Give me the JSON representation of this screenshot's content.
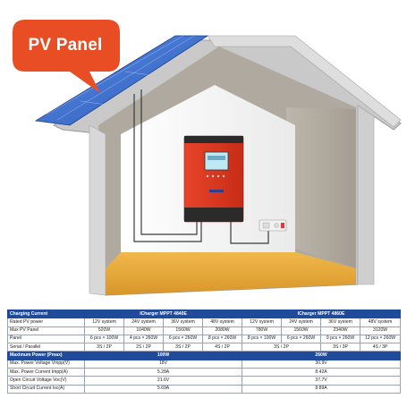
{
  "callout": {
    "label": "PV Panel"
  },
  "colors": {
    "accent_red": "#e23a1f",
    "table_header": "#1f4b9a",
    "panel_blue": "#3a6fd1",
    "floor": "#e2a93a"
  },
  "table": {
    "header1": {
      "label": "Charging Current",
      "model_a": "ICharger MPPT 4840E",
      "model_b": "ICharger MPPT 4860E"
    },
    "rated": {
      "label": "Rated PV power",
      "cells": [
        "12V system",
        "24V system",
        "36V system",
        "48V system",
        "12V system",
        "24V system",
        "36V system",
        "48V system"
      ]
    },
    "maxpv": {
      "label": "Max PV Panel",
      "cells": [
        "520W",
        "1040W",
        "1560W",
        "2080W",
        "780W",
        "1560W",
        "2340W",
        "3120W"
      ]
    },
    "panel": {
      "label": "Panel",
      "cells": [
        "6 pcs × 100W",
        "4 pcs × 260W",
        "6 pcs × 260W",
        "8 pcs × 260W",
        "8 pcs × 100W",
        "6 pcs × 260W",
        "9 pcs × 260W",
        "12 pcs × 260W"
      ]
    },
    "serial": {
      "label": "Serial / Parallel",
      "cells": [
        "3S / 2P",
        "2S / 2P",
        "3S / 2P",
        "4S / 2P",
        "3S / 2P",
        "3S / 3P",
        "4S / 3P"
      ]
    },
    "header2": {
      "label": "Maximum Power (Pmax)",
      "a": "100W",
      "b": "260W"
    },
    "specs": [
      {
        "label": "Max. Power Voltage Vmpp(V)",
        "a": "18V",
        "b": "30.9V"
      },
      {
        "label": "Max. Power Current Impp(A)",
        "a": "5.28A",
        "b": "8.42A"
      },
      {
        "label": "Open Circuit Voltage Voc(V)",
        "a": "21.6V",
        "b": "37.7V"
      },
      {
        "label": "Short Circuit Current Isc(A)",
        "a": "5.69A",
        "b": "8.89A"
      }
    ]
  }
}
